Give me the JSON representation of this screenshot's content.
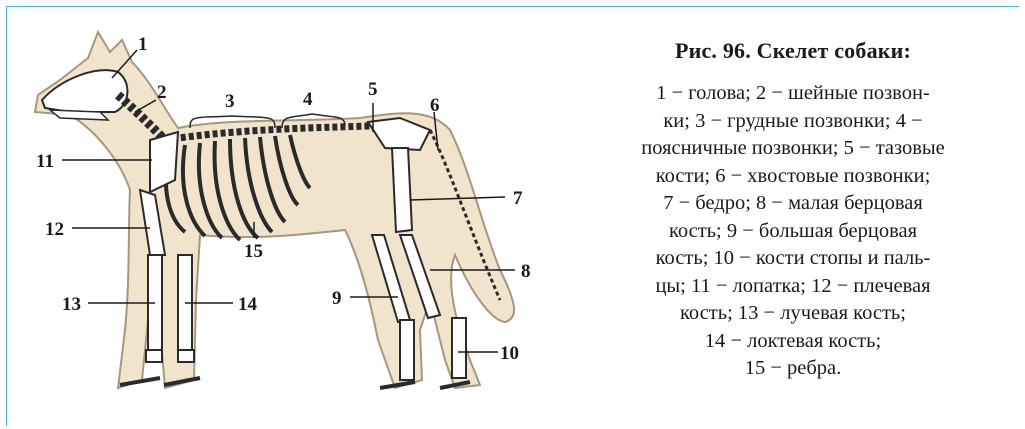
{
  "figure": {
    "labels": {
      "l1": "1",
      "l2": "2",
      "l3": "3",
      "l4": "4",
      "l5": "5",
      "l6": "6",
      "l7": "7",
      "l8": "8",
      "l9": "9",
      "l10": "10",
      "l11": "11",
      "l12": "12",
      "l13": "13",
      "l14": "14",
      "l15": "15"
    },
    "colors": {
      "frame": "#4bb3e0",
      "body_fill": "#f1e3cc",
      "body_outline": "#a8977f",
      "bone": "#ffffff",
      "bone_outline": "#2a2a2a"
    }
  },
  "caption": {
    "title": "Рис. 96. Скелет собаки:",
    "lines": [
      "1 − голова; 2 − шейные позвон-",
      "ки; 3 − грудные позвонки; 4 −",
      "поясничные позвонки; 5 − тазовые",
      "кости; 6 − хвостовые позвонки;",
      "7 − бедро; 8 − малая берцовая",
      "кость; 9 − большая берцовая",
      "кость; 10 − кости стопы и паль-",
      "цы; 11 − лопатка; 12 − плечевая",
      "кость; 13 − лучевая кость;",
      "14 − локтевая кость;",
      "15 − ребра."
    ]
  }
}
